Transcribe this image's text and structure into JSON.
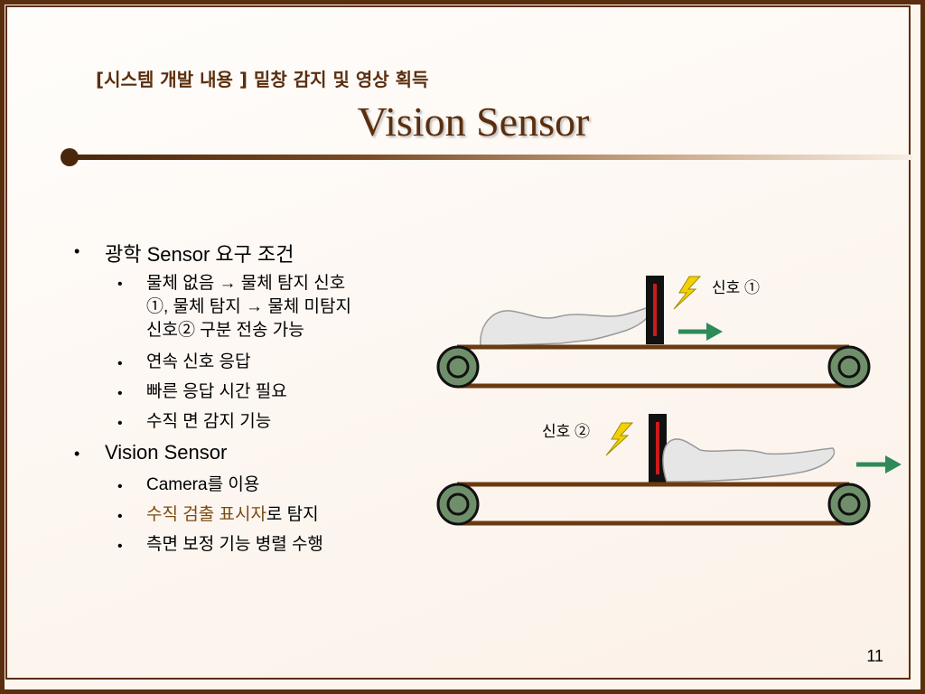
{
  "header": {
    "subtitle": "[시스템 개발 내용 ]  밑창 감지 및 영상 획득",
    "title": "Vision Sensor"
  },
  "bullets": {
    "b1": {
      "label": "광학 Sensor 요구 조건",
      "items": [
        "물체 없음 → 물체 탐지 신호",
        "①, 물체 탐지 → 물체 미탐지",
        "신호② 구분 전송 가능",
        "연속 신호 응답",
        "빠른 응답 시간 필요",
        "수직 면 감지 기능"
      ]
    },
    "b2": {
      "label": "Vision Sensor",
      "items": [
        "Camera를 이용",
        "수직 검출 표시자",
        "로 탐지",
        "측면 보정 기능 병렬 수행"
      ]
    }
  },
  "diagram": {
    "signal1": "신호 ①",
    "signal2": "신호 ②"
  },
  "colors": {
    "frame": "#5a2e0e",
    "belt": "#6b3a10",
    "roller_fill": "#6f8f6a",
    "arrow": "#2e8b57",
    "sensor_red": "#cc1a1a",
    "lightning": "#f1d200",
    "highlight_text": "#7a4a10"
  },
  "footer": {
    "page_number": "11"
  }
}
